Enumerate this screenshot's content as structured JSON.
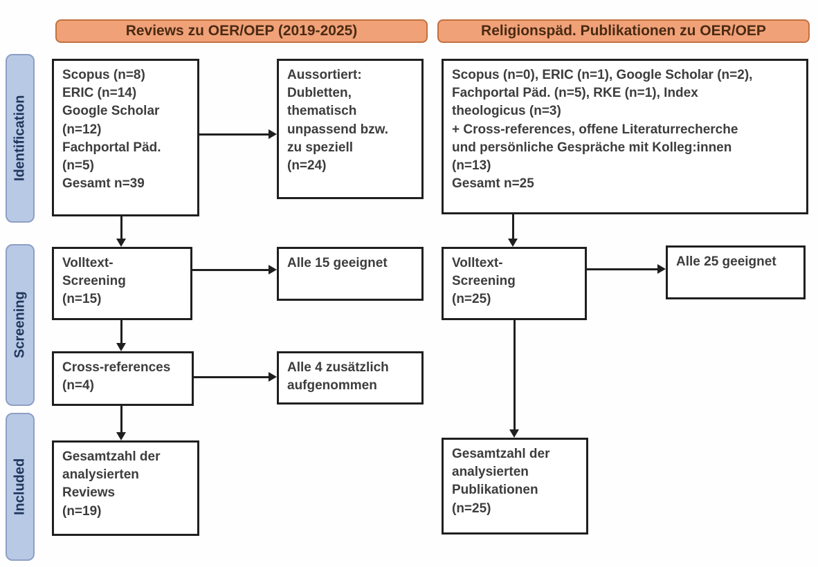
{
  "diagram": {
    "headers": {
      "reviews": "Reviews zu OER/OEP (2019-2025)",
      "religionspaed": "Religionspäd. Publikationen zu OER/OEP"
    },
    "stages": {
      "identification": "Identification",
      "screening": "Screening",
      "included": "Included"
    },
    "boxes": {
      "reviews_identification": "Scopus (n=8)\nERIC (n=14)\nGoogle Scholar\n(n=12)\nFachportal Päd.\n(n=5)\nGesamt n=39",
      "aussortiert": "Aussortiert:\nDubletten,\nthematisch\nunpassend bzw.\nzu speziell\n(n=24)",
      "relpaed_identification": "Scopus (n=0), ERIC (n=1), Google Scholar (n=2),\nFachportal Päd. (n=5), RKE (n=1), Index\ntheologicus (n=3)\n+ Cross-references, offene Literaturrecherche\nund persönliche Gespräche mit Kolleg:innen\n(n=13)\nGesamt n=25",
      "reviews_volltext": "Volltext-\nScreening\n(n=15)",
      "alle15": "Alle 15 geeignet",
      "cross_references": "Cross-references\n(n=4)",
      "alle4": "Alle 4 zusätzlich\naufgenommen",
      "gesamt_reviews": "Gesamtzahl der\nanalysierten\nReviews\n(n=19)",
      "relpaed_volltext": "Volltext-\nScreening\n(n=25)",
      "alle25": "Alle 25 geeignet",
      "gesamt_publikationen": "Gesamtzahl der\nanalysierten\nPublikationen\n(n=25)"
    },
    "colors": {
      "header_fill": "#F0A178",
      "header_border": "#C2703F",
      "header_text": "#4A2A12",
      "stage_fill": "#B8C9E6",
      "stage_border": "#8E9FC4",
      "stage_text": "#20375C",
      "line": "#1F1F1F",
      "box_text": "#3D3D3D"
    }
  }
}
